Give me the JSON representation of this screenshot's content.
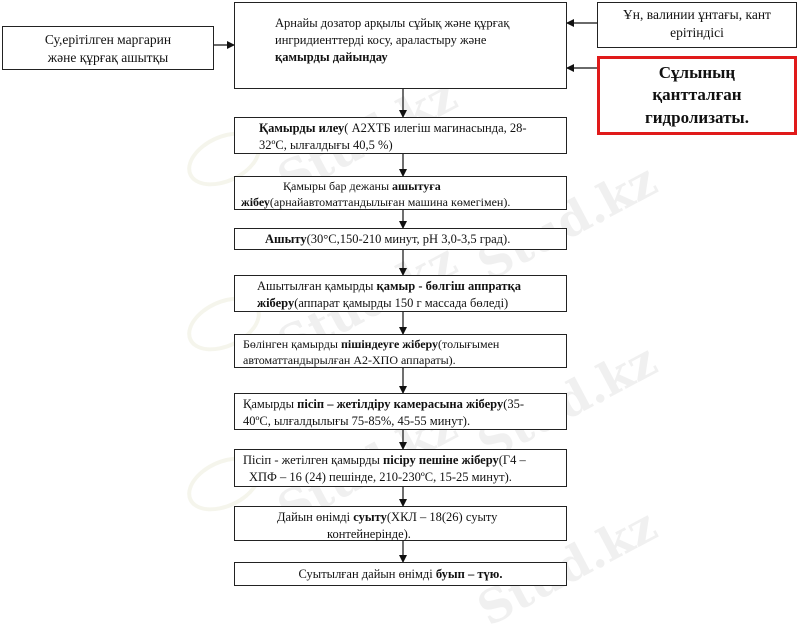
{
  "watermark_text": "Stud.kz",
  "left_box": {
    "line1": "Су,ерітілген маргарин",
    "line2": "және құрғақ ашытқы"
  },
  "right_top_box": {
    "line1": "Ұн, валинии ұнтағы, кант",
    "line2": "ерітіндісі"
  },
  "red_box": {
    "line1": "Сұлының",
    "line2": "қантталған",
    "line3": "гидролизаты."
  },
  "steps": {
    "s1": {
      "a": "Арнайы дозатор арқылы  сұйық және құрғақ",
      "b": "ингридиенттерді косу, араластыру және",
      "c": "қамырды дайындау"
    },
    "s2": {
      "bold": "Қамырды илеу",
      "a": "( А2ХТБ илегіш магинасында, 28-",
      "b": "32ºС, ылғалдығы 40,5 %)"
    },
    "s3": {
      "a": "Қамыры бар дежаны  ",
      "bold1": "ашытуға",
      "bold2": "жібеу",
      "b": "(арнайавтоматтандылыған машина көмегімен)."
    },
    "s4": {
      "bold": "Ашыту",
      "a": "(30°С,150-210 минут, рН 3,0-3,5 град)."
    },
    "s5": {
      "a": "Ашытылған қамырды ",
      "bold1": "қамыр - бөлгіш аппратқа",
      "bold2": "жіберу",
      "b": "(аппарат қамырды 150 г массада бөледі)"
    },
    "s6": {
      "a": "Бөлінген қамырды ",
      "bold": "пішіндеуге жіберу",
      "b": "(толығымен",
      "c": "автоматтандырылған А2-ХПО аппараты)."
    },
    "s7": {
      "a": "Қамырды ",
      "bold": "пісіп – жетілдіру камерасына жіберу",
      "b": "(35-",
      "c": "40ºС, ылғалдылығы 75-85%, 45-55 минут)."
    },
    "s8": {
      "a": "Пісіп - жетілген қамырды ",
      "bold": "пісіру пешіне жіберу",
      "b": "(Г4 –",
      "c": "ХПФ – 16 (24) пешінде, 210-230ºС, 15-25 минут)."
    },
    "s9": {
      "a": "Дайын өнімді ",
      "bold": "суыту",
      "b": "(ХКЛ – 18(26) суыту",
      "c": "контейнерінде)."
    },
    "s10": {
      "a": "Суытылған дайын өнімді ",
      "bold": "буып – түю."
    }
  }
}
